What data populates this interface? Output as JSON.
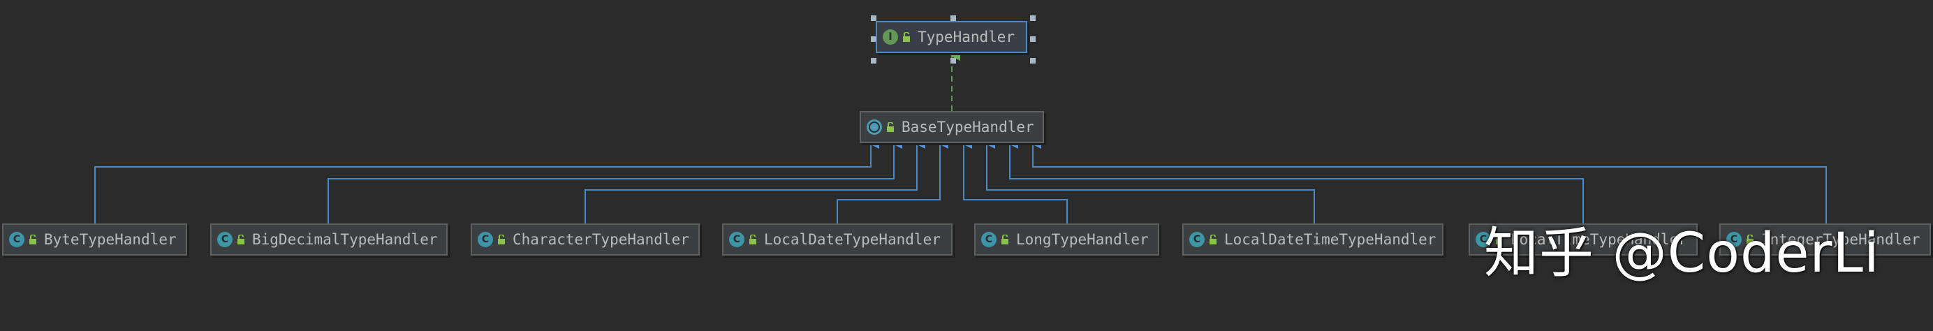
{
  "diagram": {
    "root": {
      "label": "TypeHandler",
      "icon": "interface-icon",
      "icon_letter": "I"
    },
    "base": {
      "label": "BaseTypeHandler",
      "icon": "abstract-class-icon"
    },
    "children": [
      {
        "label": "ByteTypeHandler"
      },
      {
        "label": "BigDecimalTypeHandler"
      },
      {
        "label": "CharacterTypeHandler"
      },
      {
        "label": "LocalDateTypeHandler"
      },
      {
        "label": "LongTypeHandler"
      },
      {
        "label": "LocalDateTimeTypeHandler"
      },
      {
        "label": "LocalTimeTypeHandler"
      },
      {
        "label": "IntegerTypeHandler"
      }
    ],
    "child_icon_letter": "C"
  },
  "colors": {
    "background": "#2b2b2b",
    "extends_line": "#4a88c7",
    "implements_line": "#629755"
  },
  "watermark": "知乎 @CoderLi"
}
